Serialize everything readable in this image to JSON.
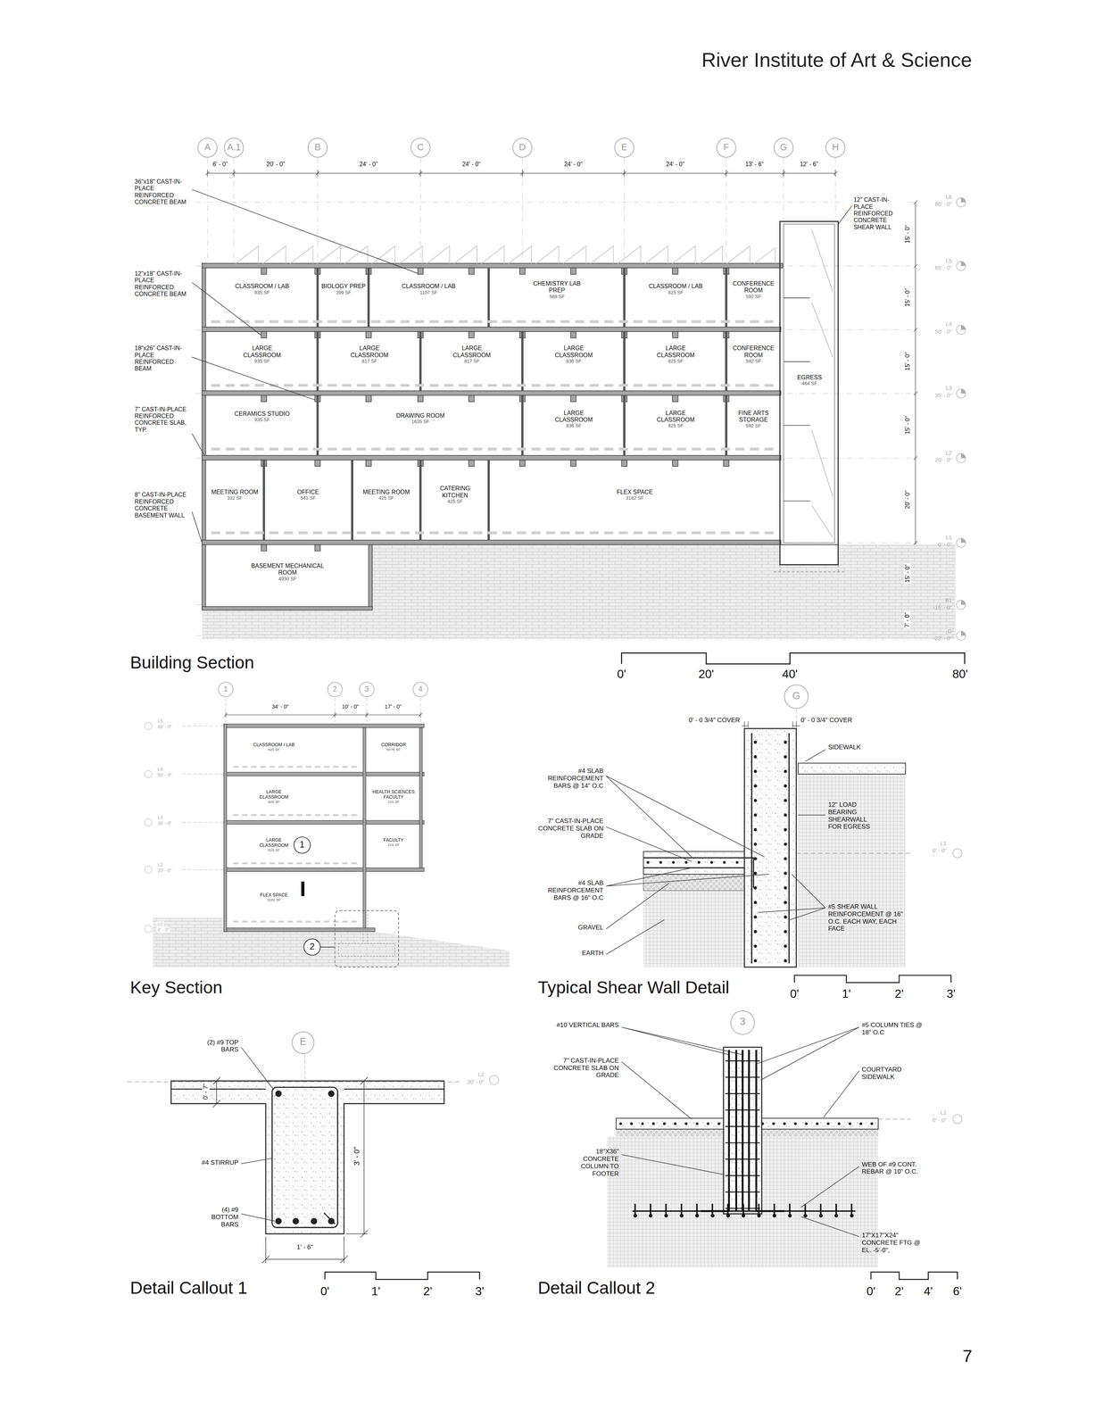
{
  "diagram": {
    "title": "River Institute of Art & Science",
    "nodes": [
      {
        "text": [
          "CLASSROOM / LAB",
          "935 SF"
        ]
      },
      {
        "text": [
          "BIOLOGY PREP",
          "399 SF"
        ]
      },
      {
        "text": [
          "CLASSROOM / LAB",
          "1107 SF"
        ]
      },
      {
        "text": [
          "CHEMISTRY LAB PREP",
          "569 SF"
        ]
      },
      {
        "text": [
          "CLASSROOM / LAB",
          "825 SF"
        ]
      },
      {
        "text": [
          "CONFERENCE ROOM",
          "592 SF"
        ]
      },
      {
        "text": [
          "LARGE CLASSROOM",
          "935 SF"
        ]
      },
      {
        "text": [
          "LARGE CLASSROOM",
          "817 SF"
        ]
      },
      {
        "text": [
          "LARGE CLASSROOM",
          "817 SF"
        ]
      },
      {
        "text": [
          "LARGE CLASSROOM",
          "836 SF"
        ]
      },
      {
        "text": [
          "LARGE CLASSROOM",
          "825 SF"
        ]
      },
      {
        "text": [
          "CONFERENCE ROOM",
          "592 SF"
        ]
      },
      {
        "text": [
          "CERAMICS STUDIO",
          "935 SF"
        ]
      },
      {
        "text": [
          "DRAWING ROOM",
          "1635 SF"
        ]
      },
      {
        "text": [
          "LARGE CLASSROOM",
          "836 SF"
        ]
      },
      {
        "text": [
          "LARGE CLASSROOM",
          "825 SF"
        ]
      },
      {
        "text": [
          "FINE ARTS STORAGE",
          "592 SF"
        ]
      },
      {
        "text": [
          "MEETING ROOM",
          "332 SF"
        ]
      },
      {
        "text": [
          "OFFICE",
          "541 SF"
        ]
      },
      {
        "text": [
          "MEETING ROOM",
          "425 SF"
        ]
      },
      {
        "text": [
          "CATERING KITCHEN",
          "425 SF"
        ]
      },
      {
        "text": [
          "FLEX SPACE",
          "3182 SF"
        ]
      },
      {
        "text": [
          "EGRESS",
          "464 SF"
        ]
      },
      {
        "text": [
          "BASEMENT MECHANICAL ROOM",
          "4930 SF"
        ]
      },
      {
        "text": [
          "CLASSROOM / LAB",
          "825 SF"
        ]
      },
      {
        "text": [
          "CORRIDOR",
          "5078 SF"
        ]
      },
      {
        "text": [
          "LARGE CLASSROOM",
          "825 SF"
        ]
      },
      {
        "text": [
          "HEALTH SCIENCES FACULTY",
          "215 SF"
        ]
      },
      {
        "text": [
          "LARGE CLASSROOM",
          "829 SF"
        ]
      },
      {
        "text": [
          "FACULTY",
          "215 SF"
        ]
      },
      {
        "text": [
          "FLEX SPACE",
          "3182 SF"
        ]
      }
    ],
    "labels": [
      "A",
      "A.1",
      "B",
      "C",
      "D",
      "E",
      "F",
      "G",
      "H",
      "6' - 0\"",
      "20' - 0\"",
      "24' - 0\"",
      "24' - 0\"",
      "24' - 0\"",
      "24' - 0\"",
      "13' - 6\"",
      "12' - 6\"",
      "36\"x18\" CAST-IN-PLACE REINFORCED CONCRETE BEAM",
      "12\"x18\" CAST-IN-PLACE REINFORCED CONCRETE BEAM",
      "18\"x26\" CAST-IN-PLACE REINFORCED BEAM",
      "7\" CAST-IN-PLACE REINFORCED CONCRETE SLAB, TYP.",
      "8\" CAST-IN-PLACE REINFORCED CONCRETE BASEMENT WALL",
      "12\" CAST-IN-PLACE REINFORCED CONCRETE SHEAR WALL",
      "L6",
      "80' - 0\"",
      "L5",
      "65' - 0\"",
      "L4",
      "50' - 0\"",
      "L3",
      "35' - 0\"",
      "L2",
      "20' - 0\"",
      "L1",
      "0' - 0\"",
      "B1",
      "-15' - 0\"",
      "G",
      "-22' - 0\"",
      "15' - 0\"",
      "15' - 0\"",
      "15' - 0\"",
      "15' - 0\"",
      "20' - 0\"",
      "15' - 0\"",
      "7' - 0\"",
      "0'",
      "20'",
      "40'",
      "80'",
      "Building Section",
      "1",
      "2",
      "3",
      "4",
      "34' - 0\"",
      "10' - 0\"",
      "17' - 0\"",
      "L5",
      "65' - 0\"",
      "L4",
      "50' - 0\"",
      "L3",
      "35' - 0\"",
      "L2",
      "20' - 0\"",
      "L1",
      "0' - 0\"",
      "1",
      "2",
      "Key Section",
      "G",
      "0' - 0 3/4\" COVER",
      "0' - 0 3/4\" COVER",
      "SIDEWALK",
      "#4 SLAB REINFORCEMENT BARS @ 14\" O.C",
      "7\" CAST-IN-PLACE CONCRETE SLAB ON GRADE",
      "#4 SLAB REINFORCEMENT BARS @ 16\" O.C",
      "GRAVEL",
      "EARTH",
      "12\" LOAD BEARING SHEARWALL FOR EGRESS",
      "L1",
      "0' - 0\"",
      "#5 SHEAR WALL REINFORCEMENT @ 16\" O.C. EACH WAY, EACH FACE",
      "0'",
      "1'",
      "2'",
      "3'",
      "Typical Shear Wall Detail",
      "E",
      "(2) #9 TOP BARS",
      "0' - 7\"",
      "L2",
      "20' - 0\"",
      "3' - 0\"",
      "#4 STIRRUP",
      "(4) #9 BOTTOM BARS",
      "1' - 6\"",
      "0'",
      "1'",
      "2'",
      "3'",
      "Detail Callout 1",
      "3",
      "#10 VERTICAL BARS",
      "7\" CAST-IN-PLACE CONCRETE SLAB ON GRADE",
      "#5 COLUMN TIES @ 18\" O.C",
      "COURTYARD SIDEWALK",
      "L1",
      "0' - 0\"",
      "18\"X36\" CONCRETE COLUMN TO FOOTER",
      "WEB OF #9 CONT. REBAR @ 10\" O.C.",
      "17\"X17\"X24\" CONCRETE FTG @ EL. -5'-0\",",
      "0'",
      "2'",
      "4'",
      "6'",
      "Detail Callout 2",
      "7"
    ]
  }
}
